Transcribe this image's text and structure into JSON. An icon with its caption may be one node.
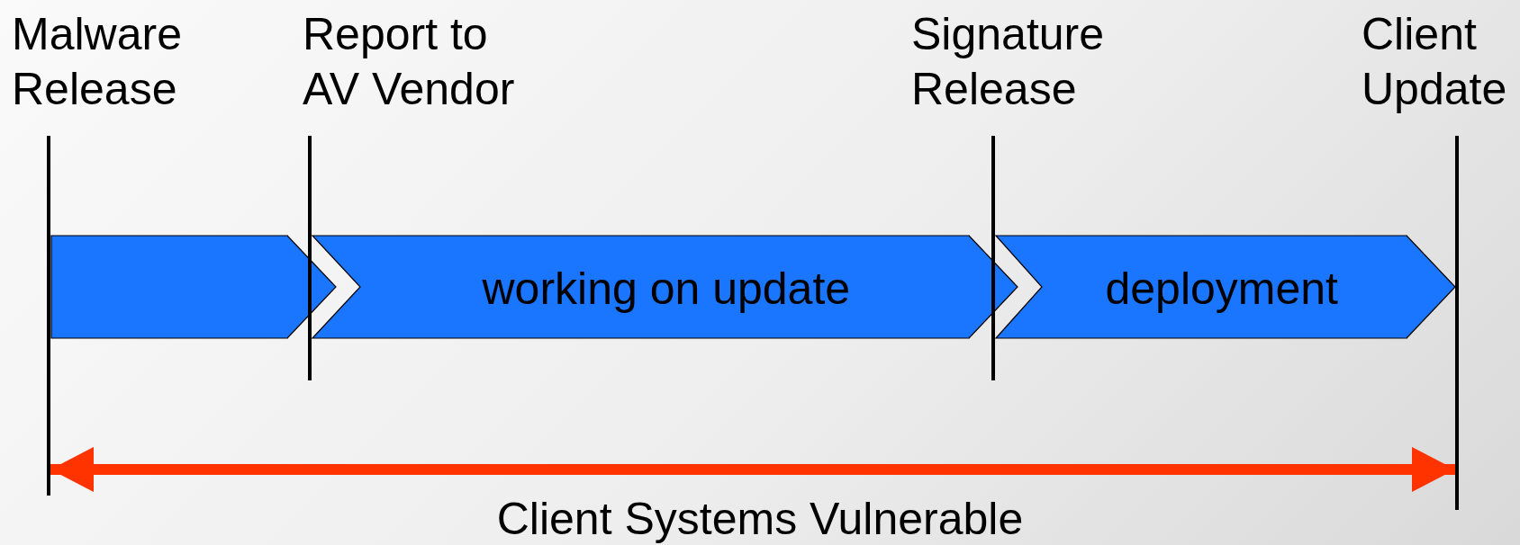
{
  "diagram": {
    "nodes": [
      {
        "text": [],
        "shape": "bar",
        "beside": [
          "Malware Release"
        ]
      },
      {
        "text": [],
        "shape": "bar",
        "beside": [
          "Report to AV Vendor"
        ]
      },
      {
        "text": [],
        "shape": "bar",
        "beside": [
          "Signature Release"
        ]
      },
      {
        "text": [],
        "shape": "bar",
        "beside": [
          "Client Update"
        ]
      }
    ],
    "edges": [
      {
        "from": 0,
        "to": 1,
        "arrow": "to"
      },
      {
        "from": 1,
        "to": 2,
        "arrow": "to",
        "label": "working on update"
      },
      {
        "from": 2,
        "to": 3,
        "arrow": "to",
        "label": "deployment"
      },
      {
        "from": 0,
        "to": 3,
        "arrow": "both",
        "style": "thick",
        "color": "#ff3300"
      }
    ],
    "labels": [
      "Client Systems Vulnerable"
    ]
  }
}
